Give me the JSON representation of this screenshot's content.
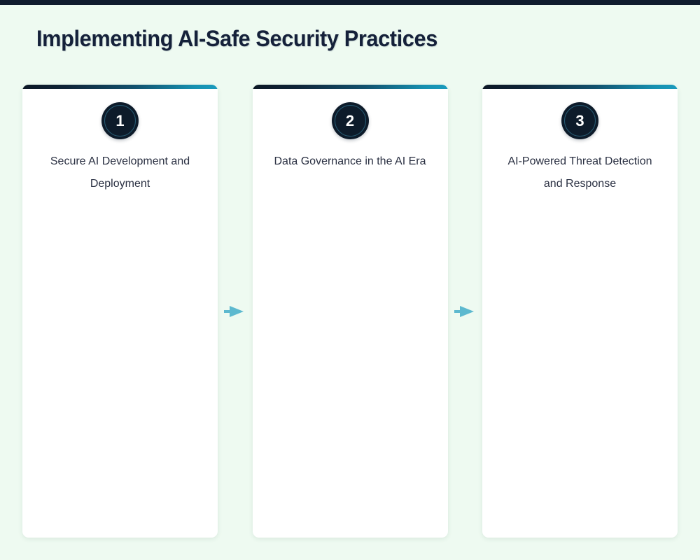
{
  "theme": {
    "page_background": "#eefaf1",
    "top_bar_color": "#101c2e",
    "card_background": "#ffffff",
    "accent_dark": "#0d1b2a",
    "accent_teal": "#1a9bbd",
    "arrow_color": "#5db9cf",
    "title_color": "#15213a",
    "card_title_color": "#2a3042"
  },
  "header": {
    "title": "Implementing AI-Safe Security Practices"
  },
  "steps": [
    {
      "number": "1",
      "title": "Secure AI Development and Deployment"
    },
    {
      "number": "2",
      "title": "Data Governance in the AI Era"
    },
    {
      "number": "3",
      "title": "AI-Powered Threat Detection and Response"
    }
  ],
  "connectors": [
    {
      "icon": "arrow-right-icon"
    },
    {
      "icon": "arrow-right-icon"
    }
  ]
}
